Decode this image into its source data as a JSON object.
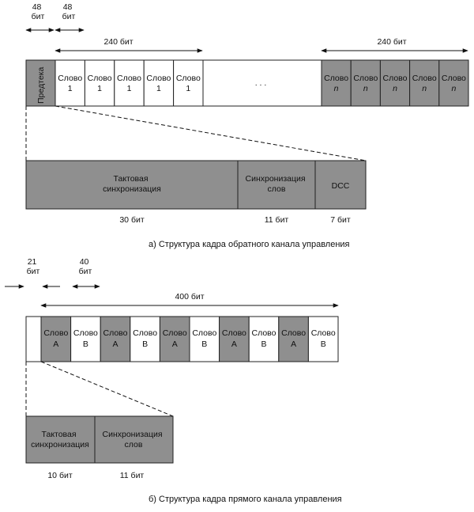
{
  "diagram_a": {
    "top_label_1": "48\nбит",
    "top_label_2": "48\nбит",
    "span_left": "240 бит",
    "span_right": "240 бит",
    "preamble": "Предтека",
    "word_label": "Слово",
    "word_one": "1",
    "word_n": "n",
    "ellipsis": ". . .",
    "detail": {
      "sync": "Тактовая\nсинхронизация",
      "word_sync": "Синхронизация\nслов",
      "dcc": "DCC",
      "sync_bits": "30 бит",
      "word_sync_bits": "11 бит",
      "dcc_bits": "7 бит"
    },
    "caption": "а) Структура кадра обратного канала управления"
  },
  "diagram_b": {
    "label_21": "21\nбит",
    "label_40": "40\nбит",
    "span": "400 бит",
    "word_label": "Слово",
    "pattern": [
      "A",
      "B",
      "A",
      "B",
      "A",
      "B",
      "A",
      "B",
      "A",
      "B"
    ],
    "detail": {
      "sync": "Тактовая\nсинхронизация",
      "word_sync": "Синхронизация\nслов",
      "sync_bits": "10 бит",
      "word_sync_bits": "11 бит"
    },
    "caption": "б) Структура кадра прямого канала управления"
  },
  "colors": {
    "shade": "#8f8f8f",
    "line": "#222222"
  }
}
